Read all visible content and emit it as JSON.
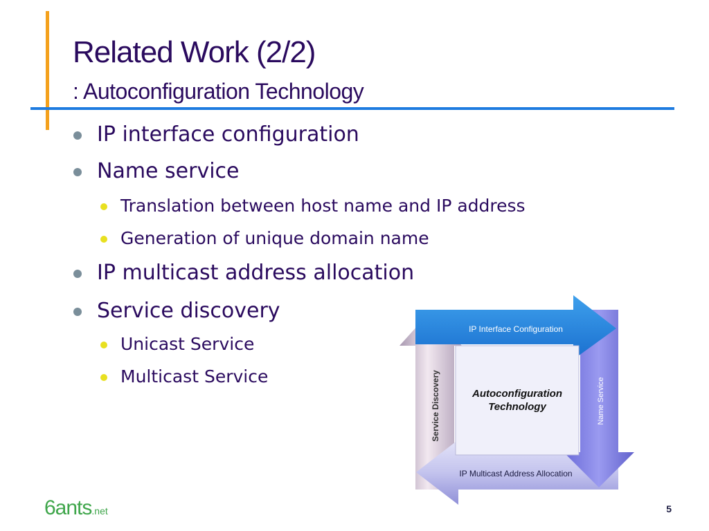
{
  "slide": {
    "title": "Related Work (2/2)",
    "subtitle": ": Autoconfiguration Technology",
    "page_number": "5",
    "accent_color": "#f4a11d",
    "rule_color": "#1e7be0",
    "text_color": "#2a0a5e"
  },
  "bullets": [
    {
      "text": "IP interface configuration",
      "level": 1
    },
    {
      "text": "Name service",
      "level": 1
    },
    {
      "text": "Translation between host name and IP address",
      "level": 2
    },
    {
      "text": "Generation of unique domain name",
      "level": 2
    },
    {
      "text": "IP multicast address allocation",
      "level": 1
    },
    {
      "text": "Service discovery",
      "level": 1
    },
    {
      "text": "Unicast Service",
      "level": 2
    },
    {
      "text": "Multicast Service",
      "level": 2
    }
  ],
  "diagram": {
    "top": "IP Interface Configuration",
    "right": "Name Service",
    "bottom": "IP Multicast Address Allocation",
    "left": "Service Discovery",
    "center": "Autoconfiguration Technology"
  },
  "logo": {
    "main": "6ants",
    "suffix": ".net"
  }
}
